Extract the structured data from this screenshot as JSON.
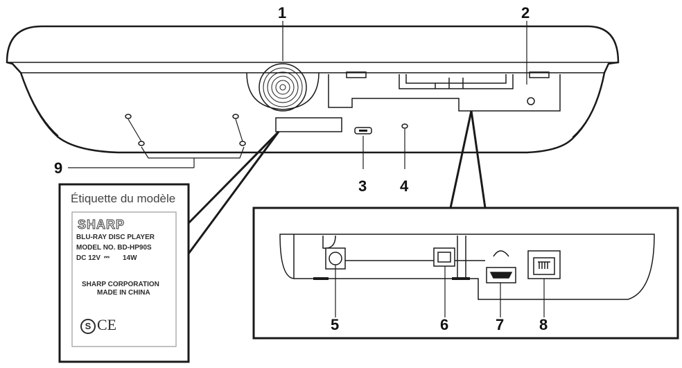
{
  "callouts": {
    "n1": "1",
    "n2": "2",
    "n3": "3",
    "n4": "4",
    "n5": "5",
    "n6": "6",
    "n7": "7",
    "n8": "8",
    "n9": "9"
  },
  "model_label": {
    "title": "Étiquette du modèle",
    "brand": "SHARP",
    "product": "BLU-RAY DISC PLAYER",
    "model": "MODEL NO.  BD-HP90S",
    "power_dc": "DC 12V",
    "power_symbol": "⎓",
    "power_watts": "14W",
    "corp": "SHARP CORPORATION",
    "origin": "MADE IN CHINA",
    "mark_s": "S",
    "mark_ce": "CE"
  },
  "colors": {
    "line": "#1a1a1a",
    "body_fill": "#ffffff",
    "shade": "#f2f2f2"
  }
}
